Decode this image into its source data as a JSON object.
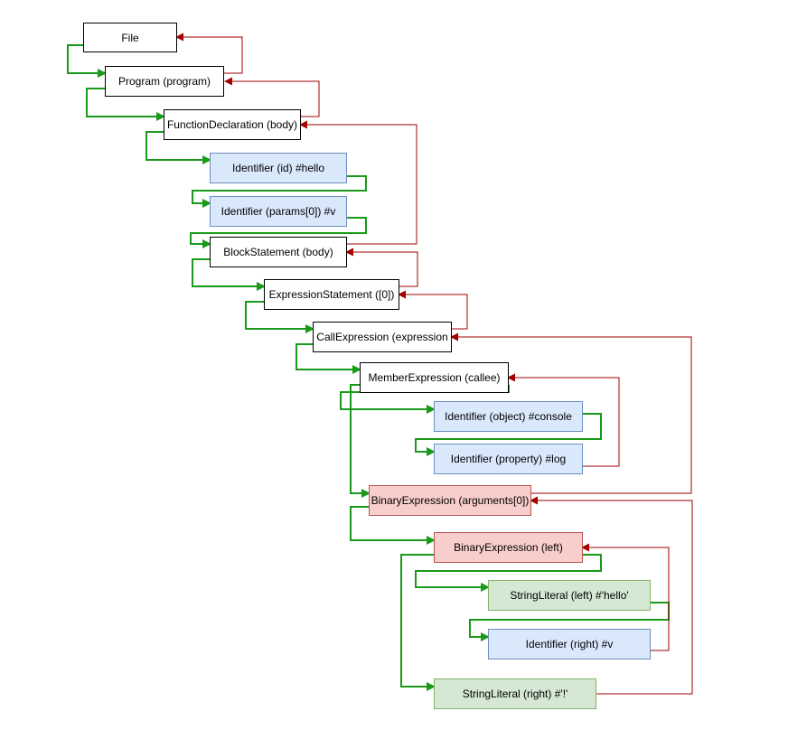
{
  "colors": {
    "green_edge": "#1a9a1a",
    "red_edge": "#a30000",
    "ident_fill": "#dae8fc",
    "binary_fill": "#f8cecc",
    "string_fill": "#d5e8d4"
  },
  "nodes": [
    {
      "id": "file",
      "label": "File",
      "kind": "plain"
    },
    {
      "id": "program",
      "label": "Program (program)",
      "kind": "plain"
    },
    {
      "id": "funcdecl",
      "label": "FunctionDeclaration (body)",
      "kind": "plain"
    },
    {
      "id": "id-hello",
      "label": "Identifier (id)  #hello",
      "kind": "ident"
    },
    {
      "id": "id-params",
      "label": "Identifier (params[0]) #v",
      "kind": "ident"
    },
    {
      "id": "block",
      "label": "BlockStatement (body)",
      "kind": "plain"
    },
    {
      "id": "exprstmt",
      "label": "ExpressionStatement ([0])",
      "kind": "plain"
    },
    {
      "id": "callexpr",
      "label": "CallExpression (expression",
      "kind": "plain"
    },
    {
      "id": "memberexpr",
      "label": "MemberExpression (callee)",
      "kind": "plain"
    },
    {
      "id": "id-console",
      "label": "Identifier (object)  #console",
      "kind": "ident"
    },
    {
      "id": "id-log",
      "label": "Identifier (property)  #log",
      "kind": "ident"
    },
    {
      "id": "binexpr-args",
      "label": "BinaryExpression (arguments[0])",
      "kind": "binary"
    },
    {
      "id": "binexpr-left",
      "label": "BinaryExpression (left)",
      "kind": "binary"
    },
    {
      "id": "str-hello",
      "label": "StringLiteral (left)  #'hello'",
      "kind": "string"
    },
    {
      "id": "id-right-v",
      "label": "Identifier (right)  #v",
      "kind": "ident"
    },
    {
      "id": "str-bang",
      "label": "StringLiteral (right)  #'!'",
      "kind": "string"
    }
  ]
}
